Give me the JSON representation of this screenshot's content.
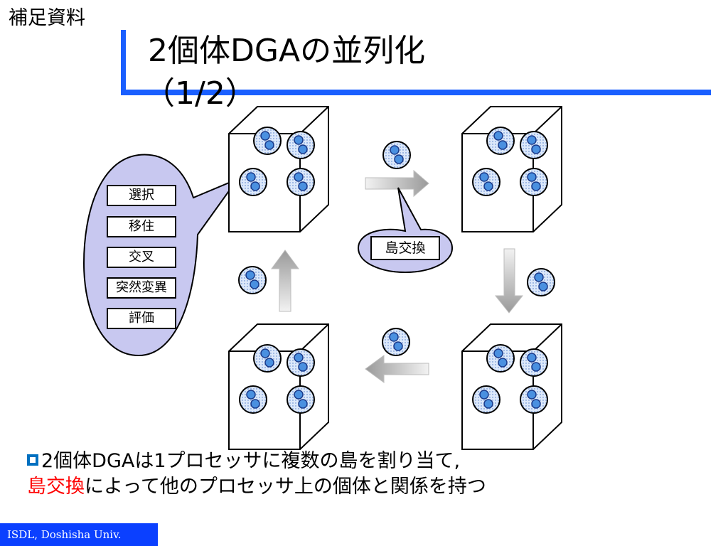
{
  "slide": {
    "supplement_label": "補足資料",
    "title_line1": "2個体DGAの並列化",
    "title_line2": "（1/2）"
  },
  "diagram": {
    "operations": [
      "選択",
      "移住",
      "交叉",
      "突然変異",
      "評価"
    ],
    "exchange_label": "島交換"
  },
  "bullet": {
    "line1": "2個体DGAは1プロセッサに複数の島を割り当て,",
    "line2_highlight": "島交換",
    "line2_rest": "によって他のプロセッサ上の個体と関係を持つ"
  },
  "footer": {
    "text": "ISDL, Doshisha Univ."
  },
  "colors": {
    "accent_blue": "#1a5fff",
    "footer_blue": "#0b40ff",
    "highlight_red": "#ff0000",
    "bubble_fill": "#c8c8f0",
    "island_fill": "#cfe0f8",
    "individual_fill": "#4a90e0"
  }
}
